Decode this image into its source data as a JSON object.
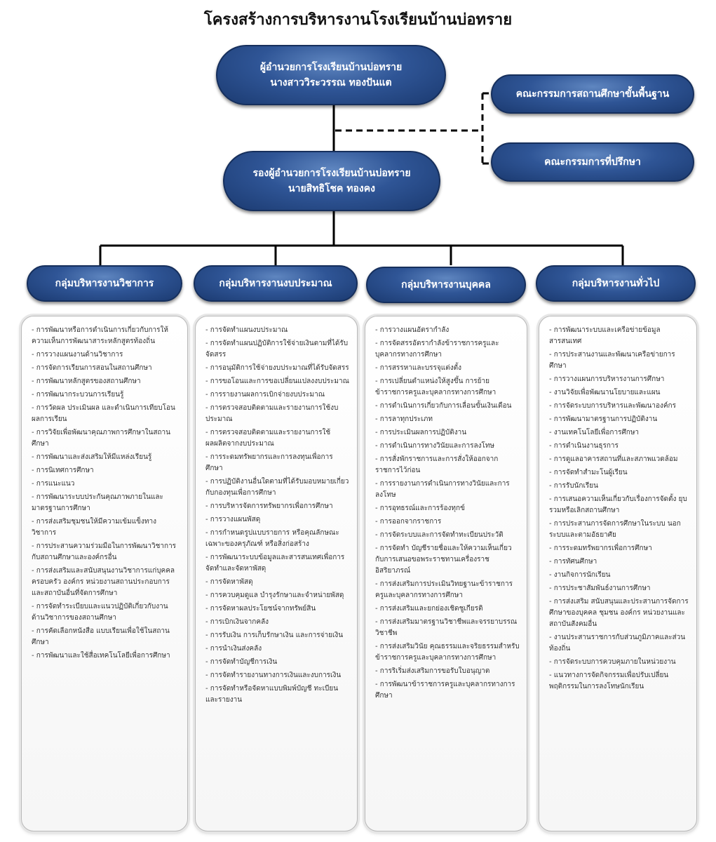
{
  "title": "โครงสร้างการบริหารงานโรงเรียนบ้านบ่อทราย",
  "director": {
    "position": "ผู้อำนวยการโรงเรียนบ้านบ่อทราย",
    "name": "นางสาววิระวรรณ  ทองปันแต"
  },
  "deputy": {
    "position": "รองผู้อำนวยการโรงเรียนบ้านบ่อทราย",
    "name": "นายสิทธิโชค  ทองคง"
  },
  "committees": [
    "คณะกรรมการสถานศึกษาขั้นพื้นฐาน",
    "คณะกรรมการที่ปรึกษา"
  ],
  "groups": [
    {
      "name": "กลุ่มบริหารงานวิชาการ",
      "items": [
        "- การพัฒนาหรือการดำเนินการเกี่ยวกับการให้ความเห็นการพัฒนาสาระหลักสูตรท้องถิ่น",
        "- การวางแผนงานด้านวิชาการ",
        "- การจัดการเรียนการสอนในสถานศึกษา",
        "- การพัฒนาหลักสูตรของสถานศึกษา",
        "- การพัฒนากระบวนการเรียนรู้",
        "- การวัดผล ประเมินผล และดำเนินการเทียบโอนผลการเรียน",
        "- การวิจัยเพื่อพัฒนาคุณภาพการศึกษาในสถานศึกษา",
        "- การพัฒนาและส่งเสริมให้มีแหล่งเรียนรู้",
        "- การนิเทศการศึกษา",
        "- การแนะแนว",
        "- การพัฒนาระบบประกันคุณภาพภายในและมาตรฐานการศึกษา",
        "- การส่งเสริมชุมชนให้มีความเข้มแข็งทางวิชาการ",
        "- การประสานความร่วมมือในการพัฒนาวิชาการกับสถานศึกษาและองค์กรอื่น",
        "- การส่งเสริมและสนับสนุนงานวิชาการแก่บุคคล ครอบครัว องค์กร หน่วยงานสถานประกอบการและสถาบันอื่นที่จัดการศึกษา",
        "- การจัดทำระเบียบและแนวปฏิบัติเกี่ยวกับงานด้านวิชาการของสถานศึกษา",
        "- การคัดเลือกหนังสือ แบบเรียนเพื่อใช้ในสถานศึกษา",
        "- การพัฒนาและใช้สื่อเทคโนโลยีเพื่อการศึกษา"
      ]
    },
    {
      "name": "กลุ่มบริหารงานงบประมาณ",
      "items": [
        "- การจัดทำแผนงบประมาณ",
        "- การจัดทำแผนปฏิบัติการใช้จ่ายเงินตามที่ได้รับจัดสรร",
        "- การอนุมัติการใช้จ่ายงบประมาณที่ได้รับจัดสรร",
        "- การขอโอนและการขอเปลี่ยนแปลงงบประมาณ",
        "- การรายงานผลการเบิกจ่ายงบประมาณ",
        "- การตรวจสอบติดตามและรายงานการใช้งบประมาณ",
        "- การตรวจสอบติดตามและรายงานการใช้ผลผลิตจากงบประมาณ",
        "- การระดมทรัพยากรและการลงทุนเพื่อการศึกษา",
        "- การปฏิบัติงานอื่นใดตามที่ได้รับมอบหมายเกี่ยวกับกองทุนเพื่อการศึกษา",
        "- การบริหารจัดการทรัพยากรเพื่อการศึกษา",
        "- การวางแผนพัสดุ",
        "- การกำหนดรูปแบบรายการ หรือคุณลักษณะเฉพาะของครุภัณฑ์ หรือสิ่งก่อสร้าง",
        "- การพัฒนาระบบข้อมูลและสารสนเทศเพื่อการจัดทำและจัดหาพัสดุ",
        "- การจัดหาพัสดุ",
        "- การควบคุมดูแล บำรุงรักษาและจำหน่ายพัสดุ",
        "- การจัดหาผลประโยชน์จากทรัพย์สิน",
        "- การเบิกเงินจากคลัง",
        "- การรับเงิน การเก็บรักษาเงิน และการจ่ายเงิน",
        "- การนำเงินส่งคลัง",
        "- การจัดทำบัญชีการเงิน",
        "- การจัดทำรายงานทางการเงินและงบการเงิน",
        "- การจัดทำหรือจัดหาแบบพิมพ์บัญชี ทะเบียน และรายงาน"
      ]
    },
    {
      "name": "กลุ่มบริหารงานบุคคล",
      "items": [
        "- การวางแผนอัตรากำลัง",
        "- การจัดสรรอัตรากำลังข้าราชการครูและบุคลากรทางการศึกษา",
        "- การสรรหาและบรรจุแต่งตั้ง",
        "- การเปลี่ยนตำแหน่งให้สูงขึ้น การย้ายข้าราชการครูและบุคลากรทางการศึกษา",
        "- การดำเนินการเกี่ยวกับการเลื่อนขั้นเงินเดือน",
        "- การลาทุกประเภท",
        "- การประเมินผลการปฏิบัติงาน",
        "- การดำเนินการทางวินัยและการลงโทษ",
        "- การสั่งพักราชการและการสั่งให้ออกจากราชการไว้ก่อน",
        "- การรายงานการดำเนินการทางวินัยและการลงโทษ",
        "- การอุทธรณ์และการร้องทุกข์",
        "- การออกจากราชการ",
        "- การจัดระบบและการจัดทำทะเบียนประวัติ",
        "- การจัดทำ บัญชีรายชื่อและให้ความเห็นเกี่ยวกับการเสนอขอพระราชทานเครื่องราชอิสริยาภรณ์",
        "- การส่งเสริมการประเมินวิทยฐานะข้าราชการครูและบุคลากรทางการศึกษา",
        "- การส่งเสริมและยกย่องเชิดชูเกียรติ",
        "- การส่งเสริมมาตรฐานวิชาชีพและจรรยาบรรณวิชาชีพ",
        "- การส่งเสริมวินัย คุณธรรมและจริยธรรมสำหรับข้าราชการครูและบุคลากรทางการศึกษา",
        "- การริเริ่มส่งเสริมการขอรับใบอนุญาต",
        "- การพัฒนาข้าราชการครูและบุคลากรทางการศึกษา"
      ]
    },
    {
      "name": "กลุ่มบริหารงานทั่วไป",
      "items": [
        "- การพัฒนาระบบและเครือข่ายข้อมูลสารสนเทศ",
        "- การประสานงานและพัฒนาเครือข่ายการศึกษา",
        "- การวางแผนการบริหารงานการศึกษา",
        "- งานวิจัยเพื่อพัฒนานโยบายและแผน",
        "- การจัดระบบการบริหารและพัฒนาองค์กร",
        "- การพัฒนามาตรฐานการปฏิบัติงาน",
        "- งานเทคโนโลยีเพื่อการศึกษา",
        "- การดำเนินงานธุรการ",
        "- การดูแลอาคารสถานที่และสภาพแวดล้อม",
        "- การจัดทำสำมะโนผู้เรียน",
        "- การรับนักเรียน",
        "- การเสนอความเห็นเกี่ยวกับเรื่องการจัดตั้ง ยุบ รวมหรือเลิกสถานศึกษา",
        "- การประสานการจัดการศึกษาในระบบ นอกระบบและตามอัธยาศัย",
        "- การระดมทรัพยากรเพื่อการศึกษา",
        "- การทัศนศึกษา",
        "- งานกิจการนักเรียน",
        "- การประชาสัมพันธ์งานการศึกษา",
        "- การส่งเสริม สนับสนุนและประสานการจัดการศึกษาของบุคคล ชุมชน องค์กร หน่วยงานและสถาบันสังคมอื่น",
        "- งานประสานราชการกับส่วนภูมิภาคและส่วนท้องถิ่น",
        "- การจัดระบบการควบคุมภายในหน่วยงาน",
        "- แนวทางการจัดกิจกรรมเพื่อปรับเปลี่ยนพฤติกรรมในการลงโทษนักเรียน"
      ]
    }
  ]
}
